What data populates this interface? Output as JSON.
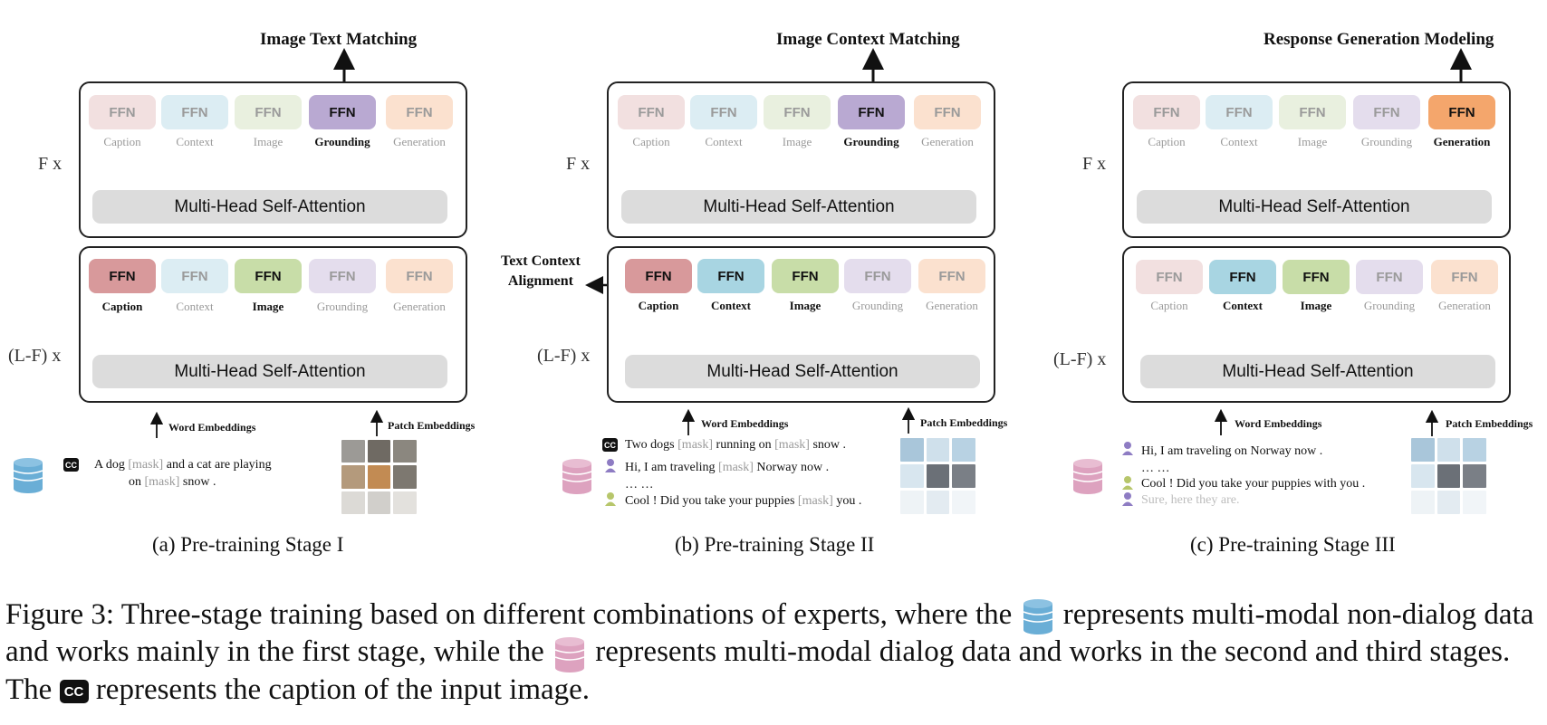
{
  "figure": {
    "colors": {
      "caption_active": "#d8999b",
      "caption_inactive": "#f2e0e0",
      "context_active": "#a8d5e2",
      "context_inactive": "#dcedf3",
      "image_active": "#c8dda8",
      "image_inactive": "#e9f0df",
      "grounding_active": "#b9a9d2",
      "grounding_inactive": "#e4dded",
      "generation_active": "#f4a66c",
      "generation_inactive": "#fbe1cf",
      "nondialog_db": "#6aaed6",
      "dialog_db": "#dda2bf"
    },
    "common": {
      "ffn_label": "FFN",
      "mhsa_label": "Multi-Head Self-Attention",
      "top_repeat": "F x",
      "bottom_repeat": "(L-F) x",
      "word_embeddings": "Word Embeddings",
      "patch_embeddings": "Patch Embeddings",
      "expert_names": [
        "Caption",
        "Context",
        "Image",
        "Grounding",
        "Generation"
      ]
    },
    "stages": [
      {
        "objective": "Image Text Matching",
        "caption": "(a) Pre-training Stage I",
        "top_active": [
          false,
          false,
          false,
          true,
          false
        ],
        "bottom_active": [
          true,
          false,
          true,
          false,
          false
        ],
        "sample": {
          "line1_pre": "A  dog ",
          "line1_mask": "[mask]",
          "line1_post": " and a cat are playing",
          "line2_pre": "on ",
          "line2_mask": "[mask]",
          "line2_post": " snow ."
        }
      },
      {
        "objective": "Image Context Matching",
        "caption": "(b) Pre-training Stage II",
        "side_label_1": "Text Context",
        "side_label_2": "Alignment",
        "top_active": [
          false,
          false,
          false,
          true,
          false
        ],
        "bottom_active": [
          true,
          true,
          true,
          false,
          false
        ],
        "sample": {
          "l1_pre": "Two dogs ",
          "l1_mask1": "[mask]",
          "l1_mid": " running on ",
          "l1_mask2": "[mask]",
          "l1_post": " snow .",
          "l2_pre": "Hi, I am traveling ",
          "l2_mask": "[mask]",
          "l2_post": " Norway now .",
          "l3": "…          …",
          "l4_pre": "Cool ! Did you take your puppies ",
          "l4_mask": "[mask]",
          "l4_post": " you ."
        }
      },
      {
        "objective": "Response Generation Modeling",
        "caption": "(c) Pre-training Stage III",
        "top_active": [
          false,
          false,
          false,
          false,
          true
        ],
        "bottom_active": [
          false,
          true,
          true,
          false,
          false
        ],
        "sample": {
          "l1": "Hi, I am traveling on Norway now .",
          "l2": "…          …",
          "l3": "Cool ! Did you take your puppies with you .",
          "l4": "Sure, here they are."
        }
      }
    ],
    "caption_text": {
      "part1": "Figure 3: Three-stage training based on different combinations of experts, where the",
      "part2": "represents multi-modal non-dialog data and works mainly in the first stage, while the",
      "part3": "represents multi-modal dialog data and works in the second and third stages. The",
      "part4": "represents the caption of the input image."
    }
  }
}
